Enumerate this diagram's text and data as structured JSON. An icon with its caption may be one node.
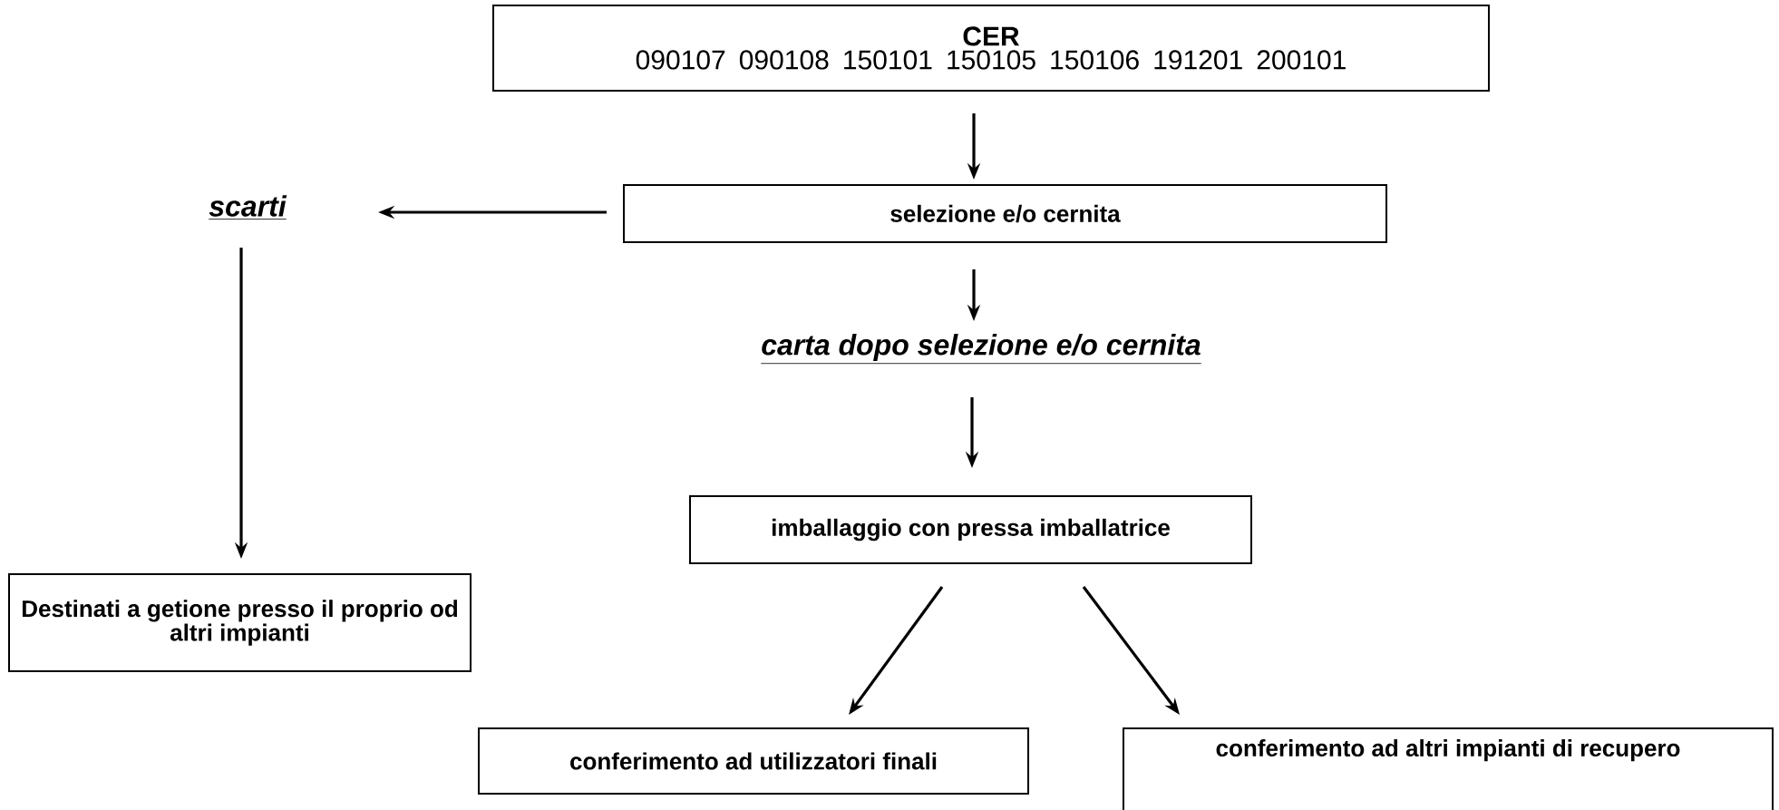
{
  "diagram": {
    "nodes": [
      {
        "text": [
          "CER",
          "090107",
          "090108",
          "150101",
          "150105",
          "150106",
          "191201",
          "200101"
        ]
      },
      {
        "text": [
          "selezione e/o cernita"
        ]
      },
      {
        "text": [
          "scarti"
        ]
      },
      {
        "text": [
          "carta dopo selezione e/o cernita"
        ]
      },
      {
        "text": [
          "imballaggio con pressa imballatrice"
        ]
      },
      {
        "text": [
          "Destinati a getione presso il proprio od altri impianti"
        ]
      },
      {
        "text": [
          "conferimento ad utilizzatori finali"
        ]
      },
      {
        "text": [
          "conferimento ad altri impianti di recupero"
        ]
      }
    ],
    "edges": [
      {
        "from": 0,
        "to": 1,
        "arrow": "to"
      },
      {
        "from": 1,
        "to": 2,
        "arrow": "to"
      },
      {
        "from": 1,
        "to": 3,
        "arrow": "to"
      },
      {
        "from": 3,
        "to": 4,
        "arrow": "to"
      },
      {
        "from": 2,
        "to": 5,
        "arrow": "to"
      },
      {
        "from": 4,
        "to": 6,
        "arrow": "to"
      },
      {
        "from": 4,
        "to": 7,
        "arrow": "to"
      }
    ]
  }
}
